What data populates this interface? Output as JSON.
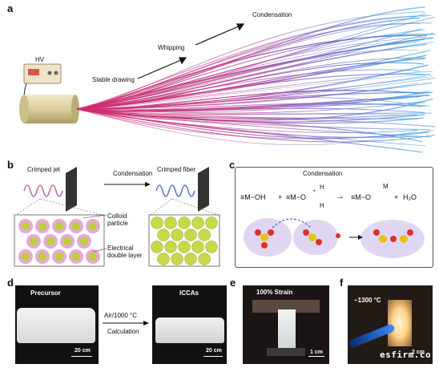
{
  "panels": {
    "a": {
      "label": "a",
      "hv": "HV",
      "stages": [
        "Stable drawing",
        "Whipping",
        "Condensation"
      ]
    },
    "b": {
      "label": "b",
      "crimped_jet": "Crimped jet",
      "condensation": "Condensation",
      "crimped_fiber": "Crimped fiber",
      "colloid": "Colloid particle",
      "double_layer": "Electrical double layer"
    },
    "c": {
      "label": "c",
      "title": "Condensation",
      "eq_m_oh": "≡M−OH",
      "plus1": "+",
      "eq_m_oh2": "≡M−O",
      "h_top": "H",
      "h_bottom": "H",
      "plus_sign": "+",
      "arrow": "→",
      "product": "≡M−O",
      "product_m": "M",
      "plus2": "+",
      "water": "H₂O"
    },
    "d": {
      "label": "d",
      "precursor": "Precursor",
      "iccas": "ICCAs",
      "condition": "Air/1000 °C",
      "calculation": "Calculation",
      "scale1": "20 cm",
      "scale2": "20 cm"
    },
    "e": {
      "label": "e",
      "strain": "100% Strain",
      "scale": "1 cm"
    },
    "f": {
      "label": "f",
      "temp": "~1300 °C",
      "scale": "2 cm",
      "watermark": "esfirm.co"
    },
    "colors": {
      "fiber_pink": "#d12a6a",
      "fiber_purple": "#8a5cc0",
      "fiber_blue": "#3fa2dc",
      "device_beige": "#e6dcb2",
      "panel_border": "#555555"
    }
  }
}
